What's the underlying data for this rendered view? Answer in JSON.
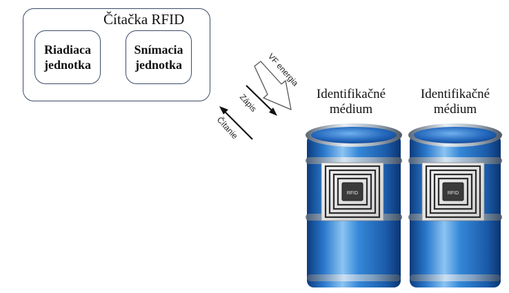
{
  "reader": {
    "title": "Čítačka RFID",
    "units": [
      {
        "label": "Riadiaca\njednotka"
      },
      {
        "label": "Snímacia\njednotka"
      }
    ]
  },
  "signals": {
    "rf_energy": "VF energia",
    "write": "Zápis",
    "read": "Čítanie"
  },
  "media": [
    {
      "label": "Identifikačné\nmédium",
      "tag_text": "RFID"
    },
    {
      "label": "Identifikačné\nmédium",
      "tag_text": "RFID"
    }
  ],
  "colors": {
    "barrel": "#1f63b5",
    "outline": "#3a4a66"
  }
}
